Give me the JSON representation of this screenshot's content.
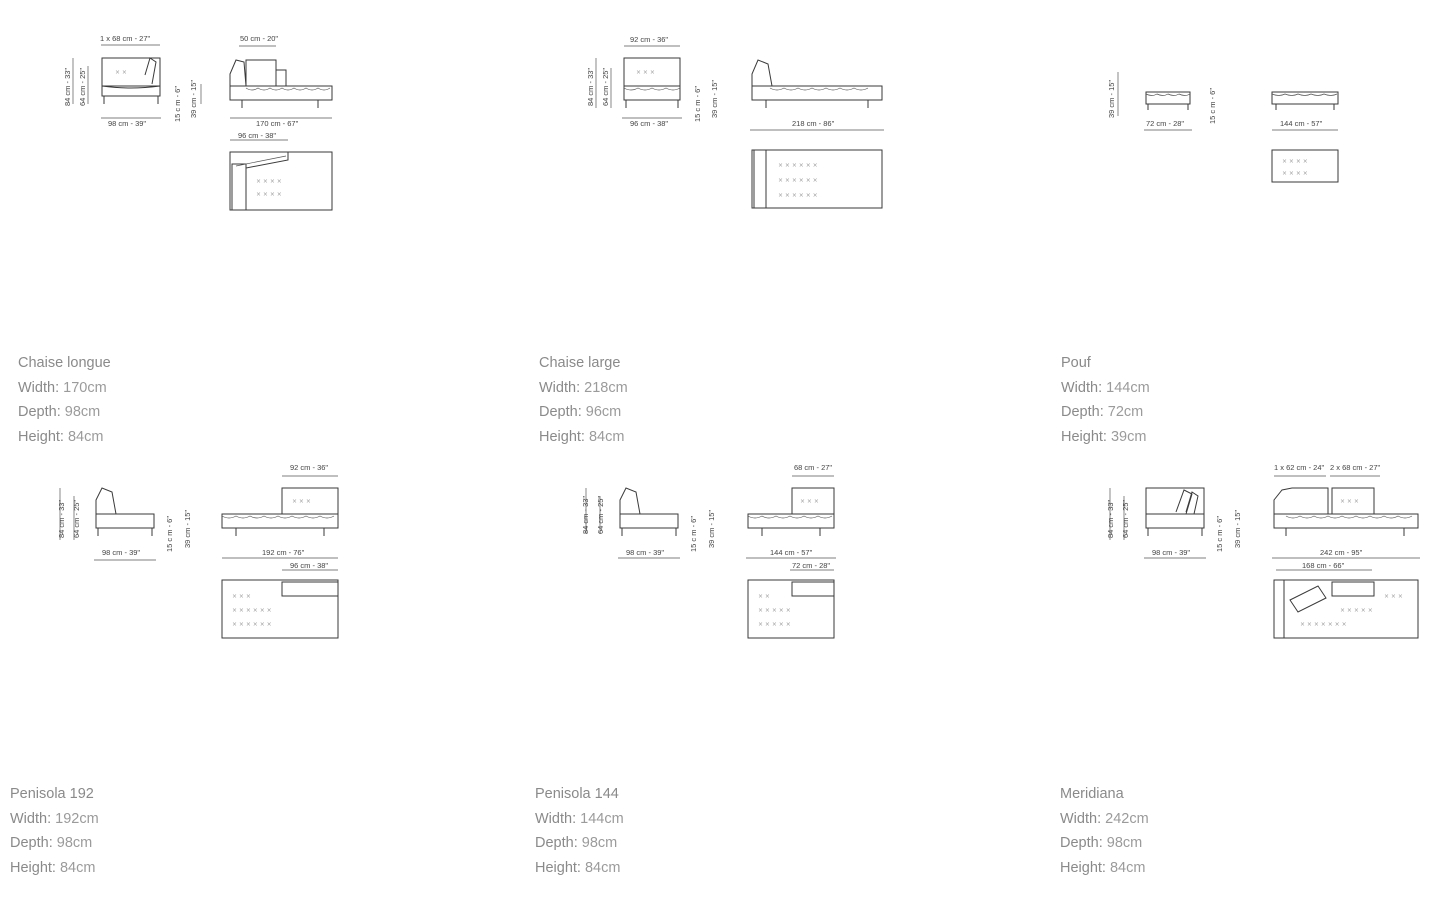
{
  "products": [
    {
      "name": "Chaise longue",
      "width_label": "Width:",
      "width": "170cm",
      "depth_label": "Depth:",
      "depth": "98cm",
      "height_label": "Height:",
      "height": "84cm",
      "dims": {
        "front_top": "1 x 68 cm - 27\"",
        "side_top": "50 cm - 20\"",
        "h1": "84 cm - 33\"",
        "h2": "64 cm - 25\"",
        "seat": "15 c m - 6\"",
        "seat2": "39 cm - 15\"",
        "front_bottom": "98 cm - 39\"",
        "side_bottom": "170 cm - 67\"",
        "plan_top": "96 cm - 38\""
      }
    },
    {
      "name": "Chaise large",
      "width_label": "Width:",
      "width": "218cm",
      "depth_label": "Depth:",
      "depth": "96cm",
      "height_label": "Height:",
      "height": "84cm",
      "dims": {
        "front_top": "92 cm - 36\"",
        "h1": "84 cm - 33\"",
        "h2": "64 cm - 25\"",
        "seat": "15 c m - 6\"",
        "seat2": "39 cm - 15\"",
        "front_bottom": "96 cm - 38\"",
        "side_bottom": "218 cm - 86\""
      }
    },
    {
      "name": "Pouf",
      "width_label": "Width:",
      "width": "144cm",
      "depth_label": "Depth:",
      "depth": "72cm",
      "height_label": "Height:",
      "height": "39cm",
      "dims": {
        "h": "39 cm - 15\"",
        "front_bottom": "72 cm - 28\"",
        "seat": "15 c m - 6\"",
        "side_bottom": "144 cm - 57\""
      }
    },
    {
      "name": "Penisola 192",
      "width_label": "Width:",
      "width": "192cm",
      "depth_label": "Depth:",
      "depth": "98cm",
      "height_label": "Height:",
      "height": "84cm",
      "dims": {
        "side_top": "92 cm - 36\"",
        "h1": "84 cm - 33\"",
        "h2": "64 cm - 25\"",
        "seat": "15 c m - 6\"",
        "seat2": "39 cm - 15\"",
        "front_bottom": "98 cm - 39\"",
        "side_bottom": "192 cm - 76\"",
        "plan_top": "96 cm - 38\""
      }
    },
    {
      "name": "Penisola 144",
      "width_label": "Width:",
      "width": "144cm",
      "depth_label": "Depth:",
      "depth": "98cm",
      "height_label": "Height:",
      "height": "84cm",
      "dims": {
        "side_top": "68 cm - 27\"",
        "h1": "84 cm - 33\"",
        "h2": "64 cm - 25\"",
        "seat": "15 c m - 6\"",
        "seat2": "39 cm - 15\"",
        "front_bottom": "98 cm - 39\"",
        "side_bottom": "144 cm - 57\"",
        "plan_top": "72 cm - 28\""
      }
    },
    {
      "name": "Meridiana",
      "width_label": "Width:",
      "width": "242cm",
      "depth_label": "Depth:",
      "depth": "98cm",
      "height_label": "Height:",
      "height": "84cm",
      "dims": {
        "top_a": "1 x 62 cm - 24\"",
        "top_b": "2 x 68 cm - 27\"",
        "h1": "84 cm - 33\"",
        "h2": "64 cm - 25\"",
        "seat": "15 c m - 6\"",
        "seat2": "39 cm - 15\"",
        "front_bottom": "98 cm - 39\"",
        "side_bottom": "242 cm - 95\"",
        "plan_top": "168 cm - 66\""
      }
    }
  ],
  "colors": {
    "label": "#8a8a8a",
    "value": "#9b9b9b",
    "line": "#3a3a3a"
  }
}
